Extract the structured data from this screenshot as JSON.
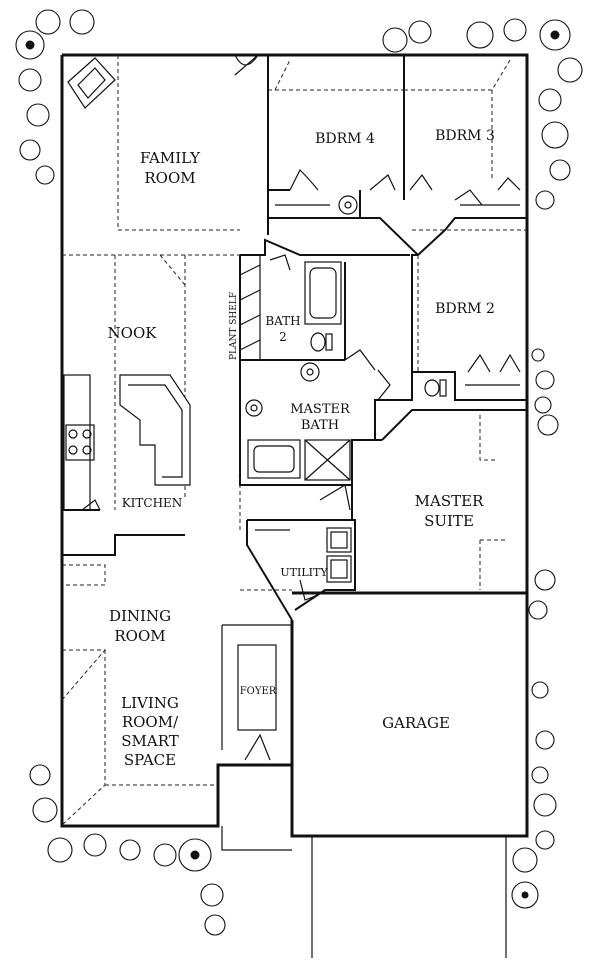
{
  "rooms": {
    "family_room": [
      "FAMILY",
      "ROOM"
    ],
    "bdrm4": "BDRM 4",
    "bdrm3": "BDRM 3",
    "bdrm2": "BDRM 2",
    "nook": "NOOK",
    "plant_shelf": "PLANT SHELF",
    "bath2": [
      "BATH",
      "2"
    ],
    "master_bath": [
      "MASTER",
      "BATH"
    ],
    "kitchen": "KITCHEN",
    "master_suite": [
      "MASTER",
      "SUITE"
    ],
    "utility": "UTILITY",
    "dining_room": [
      "DINING",
      "ROOM"
    ],
    "foyer": "FOYER",
    "living_room": [
      "LIVING",
      "ROOM/",
      "SMART",
      "SPACE"
    ],
    "garage": "GARAGE"
  },
  "icons": [
    "shrub-icon",
    "fireplace-icon",
    "door-swing-icon",
    "sink-icon",
    "toilet-icon",
    "bathtub-icon",
    "stove-icon",
    "washer-icon",
    "dryer-icon"
  ]
}
